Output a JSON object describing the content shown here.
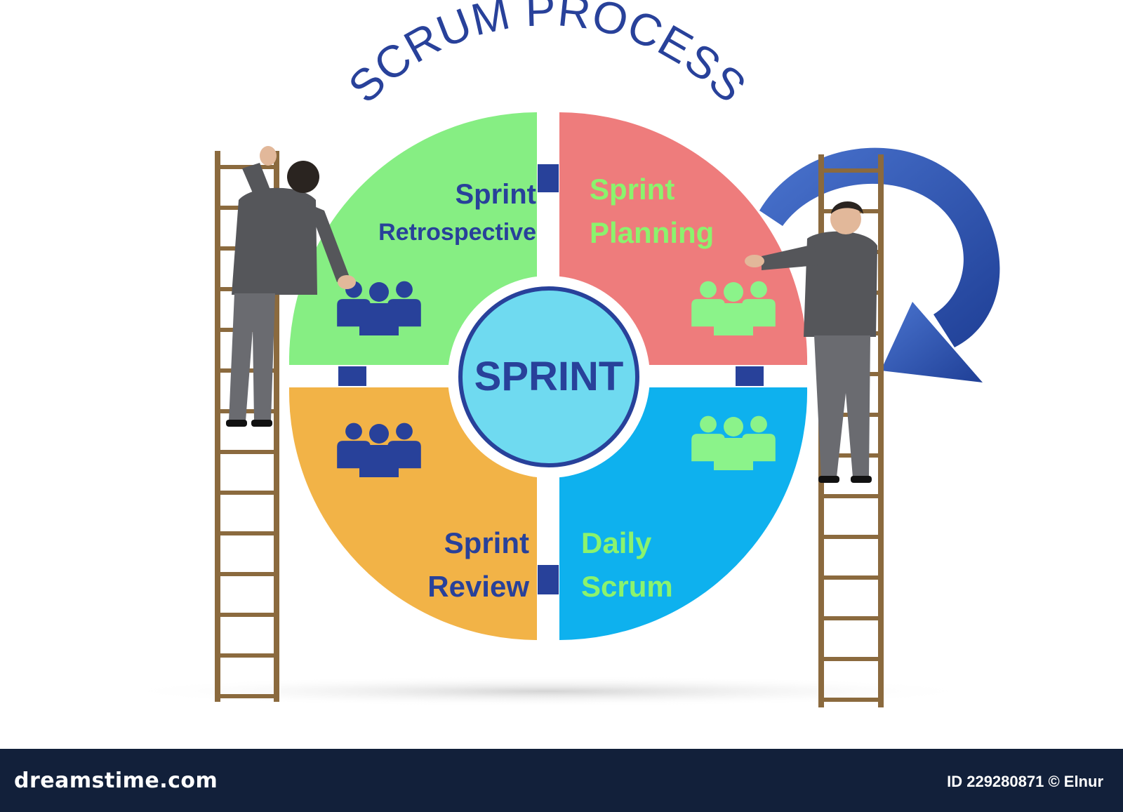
{
  "title": "SCRUM PROCESS",
  "center_label": "SPRINT",
  "quadrants": [
    {
      "id": "retrospective",
      "lines": [
        "Sprint",
        "Retrospective"
      ],
      "fill": "#86ee83",
      "text_color": "#28419a",
      "icon_color": "#28419a"
    },
    {
      "id": "planning",
      "lines": [
        "Sprint",
        "Planning"
      ],
      "fill": "#ee7c7c",
      "text_color": "#8bf36d",
      "icon_color": "#8bf38a"
    },
    {
      "id": "review",
      "lines": [
        "Sprint",
        "Review"
      ],
      "fill": "#f2b347",
      "text_color": "#28419a",
      "icon_color": "#28419a"
    },
    {
      "id": "daily",
      "lines": [
        "Daily",
        "Scrum"
      ],
      "fill": "#0eb1ee",
      "text_color": "#8bf36d",
      "icon_color": "#8bf38a"
    }
  ],
  "colors": {
    "title": "#28419a",
    "center_fill": "#6fdaf0",
    "center_ring": "#28419a",
    "center_text": "#28419a",
    "connector": "#28419a",
    "arrow": "#2b4fa8",
    "ladder": "#8b6a3e",
    "suit": "#55565a"
  },
  "footer": {
    "logo": "dreamstime.com",
    "credit": "ID 229280871 © Elnur"
  }
}
